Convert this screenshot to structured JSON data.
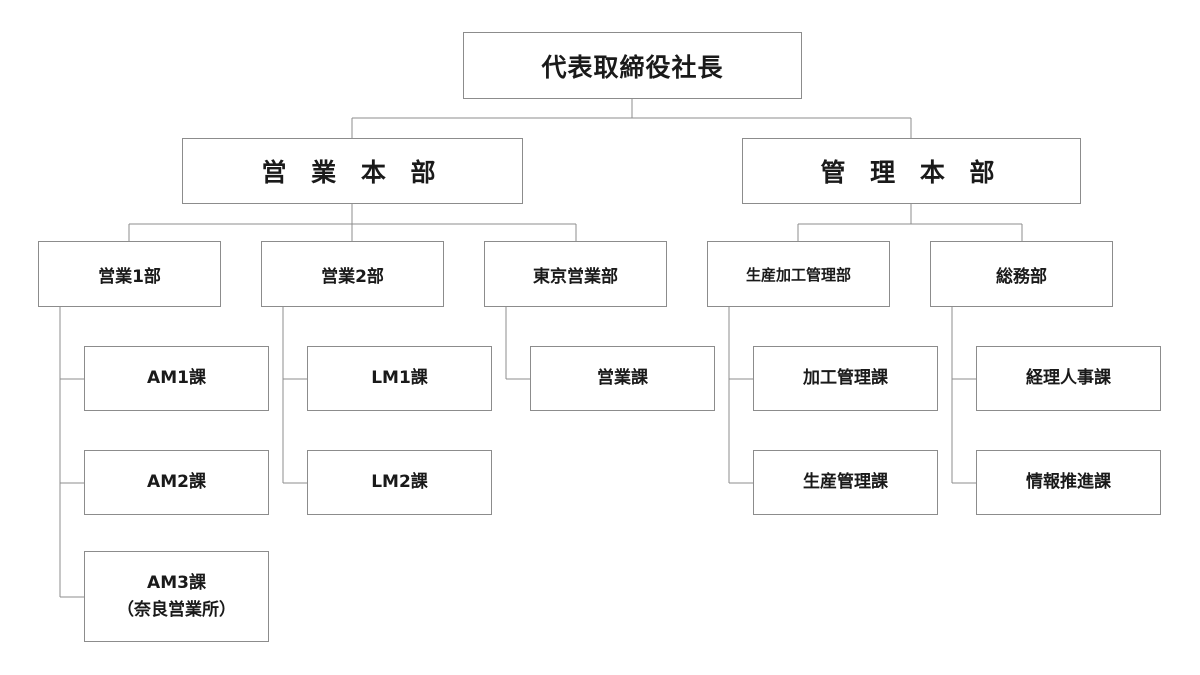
{
  "org_chart": {
    "ceo": "代表取締役社長",
    "divisions": [
      {
        "name": "営 業 本 部",
        "departments": [
          {
            "name": "営業1部",
            "sections": [
              "AM1課",
              "AM2課",
              "AM3課\n（奈良営業所）"
            ]
          },
          {
            "name": "営業2部",
            "sections": [
              "LM1課",
              "LM2課"
            ]
          },
          {
            "name": "東京営業部",
            "sections": [
              "営業課"
            ]
          }
        ]
      },
      {
        "name": "管 理 本 部",
        "departments": [
          {
            "name": "生産加工管理部",
            "sections": [
              "加工管理課",
              "生産管理課"
            ]
          },
          {
            "name": "総務部",
            "sections": [
              "経理人事課",
              "情報推進課"
            ]
          }
        ]
      }
    ]
  },
  "style": {
    "line_color": "#8c8c8c",
    "border_color": "#8c8c8c",
    "text_color": "#1a1a1a"
  }
}
